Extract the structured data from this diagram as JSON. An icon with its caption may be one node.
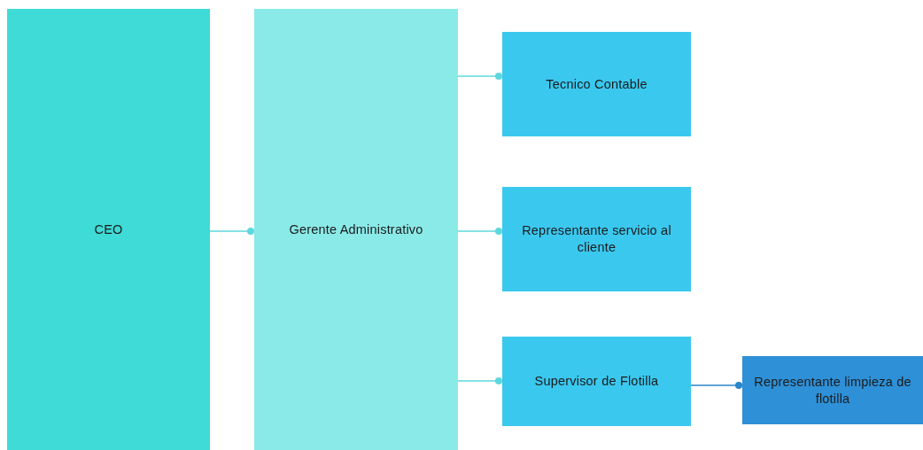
{
  "diagram": {
    "nodes": [
      {
        "text": [
          "CEO"
        ]
      },
      {
        "text": [
          "Gerente Administrativo"
        ]
      },
      {
        "text": [
          "Tecnico Contable"
        ]
      },
      {
        "text": [
          "Representante servicio al cliente"
        ]
      },
      {
        "text": [
          "Supervisor de Flotilla"
        ]
      },
      {
        "text": [
          "Representante limpieza de flotilla"
        ]
      }
    ],
    "edges": [
      {
        "from": 0,
        "to": 1,
        "arrow": "other"
      },
      {
        "from": 1,
        "to": 2,
        "arrow": "other"
      },
      {
        "from": 1,
        "to": 3,
        "arrow": "other"
      },
      {
        "from": 1,
        "to": 4,
        "arrow": "other"
      },
      {
        "from": 4,
        "to": 5,
        "arrow": "other",
        "color": "#2a86c8"
      }
    ]
  }
}
